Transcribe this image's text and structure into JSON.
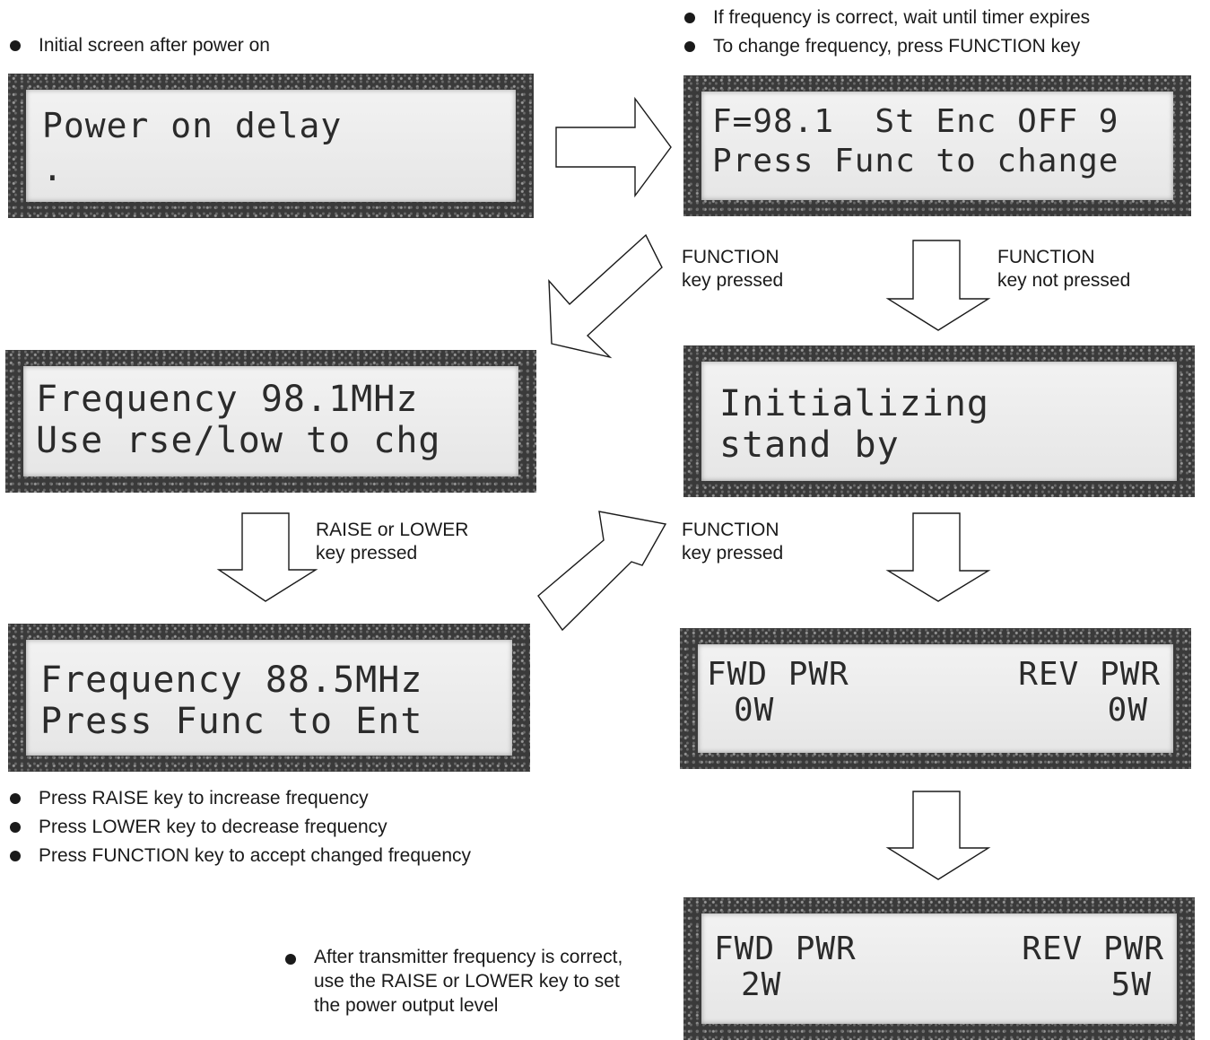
{
  "notes": {
    "initial": [
      "Initial screen after power on"
    ],
    "top_right": [
      "If frequency is correct, wait until timer expires",
      "To change frequency, press FUNCTION key"
    ],
    "raise_lower": [
      "Press RAISE key to increase frequency",
      "Press LOWER key to decrease frequency",
      "Press FUNCTION key to accept changed frequency"
    ],
    "power": [
      "After transmitter frequency is correct,",
      "use the RAISE or LOWER key to set",
      "the power output level"
    ]
  },
  "labels": {
    "func_pressed_1": [
      "FUNCTION",
      "key pressed"
    ],
    "func_not_pressed": [
      "FUNCTION",
      "key not pressed"
    ],
    "raise_lower_pressed": [
      "RAISE or LOWER",
      "key pressed"
    ],
    "func_pressed_2": [
      "FUNCTION",
      "key pressed"
    ]
  },
  "screens": {
    "power_on": {
      "line1": "Power on delay",
      "line2": "."
    },
    "status": {
      "line1": "F=98.1  St Enc OFF 9",
      "line2": "Press Func to change"
    },
    "frequency_set": {
      "line1": "Frequency 98.1MHz",
      "line2": "Use rse/low to chg"
    },
    "initializing": {
      "line1": "Initializing",
      "line2": "stand by"
    },
    "frequency_enter": {
      "line1": "Frequency 88.5MHz",
      "line2": "Press Func to Ent"
    },
    "power_zero": {
      "left_label": "FWD PWR",
      "right_label": "REV PWR",
      "left_value": "0W",
      "right_value": "0W"
    },
    "power_set": {
      "left_label": "FWD PWR",
      "right_label": "REV PWR",
      "left_value": "2W",
      "right_value": "5W"
    }
  }
}
